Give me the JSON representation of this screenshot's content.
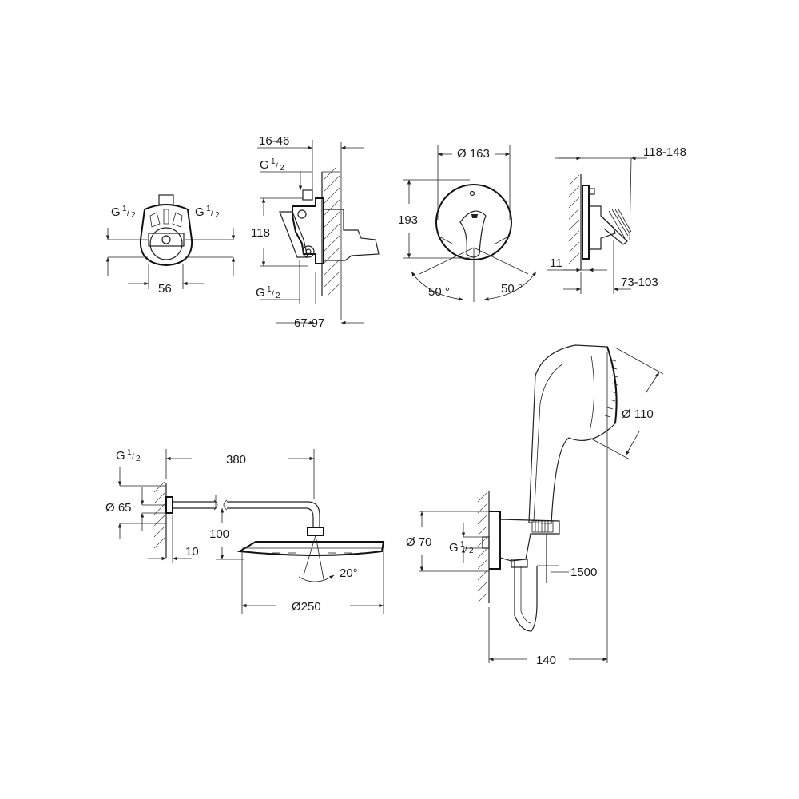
{
  "labels": {
    "g_half_a": "G",
    "g_half_b": "G",
    "g_half_c": "G",
    "g_half_d": "G",
    "g_half_e": "G",
    "g_half_f": "G",
    "frac": "1/2",
    "dim_56": "56",
    "dim_16_46": "16-46",
    "dim_118": "118",
    "dim_67_97": "67-97",
    "dim_163": "Ø 163",
    "dim_193": "193",
    "angle_left": "50 °",
    "angle_right": "50 °",
    "dim_118_148": "118-148",
    "dim_11": "11",
    "dim_73_103": "73-103",
    "dim_380": "380",
    "dim_65": "Ø 65",
    "dim_100": "100",
    "dim_10": "10",
    "angle_20": "20°",
    "dim_250": "Ø250",
    "dim_110": "Ø 110",
    "dim_70": "Ø 70",
    "dim_1500": "1500",
    "dim_140": "140"
  }
}
